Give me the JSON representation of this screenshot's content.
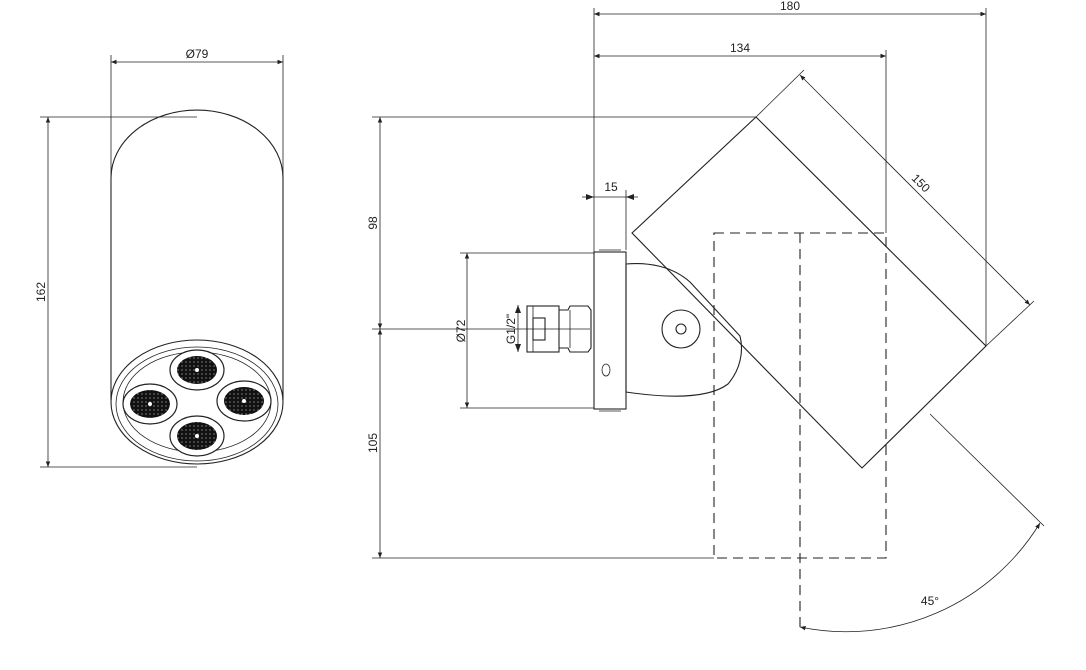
{
  "dimensions": {
    "diameter_body": "Ø79",
    "height_total": "162",
    "width_overall": "180",
    "width_to_center": "134",
    "length_body": "150",
    "plate_thickness": "15",
    "upper_height": "98",
    "lower_height": "105",
    "diameter_plate": "Ø72",
    "thread": "G1/2\"",
    "angle": "45°"
  }
}
